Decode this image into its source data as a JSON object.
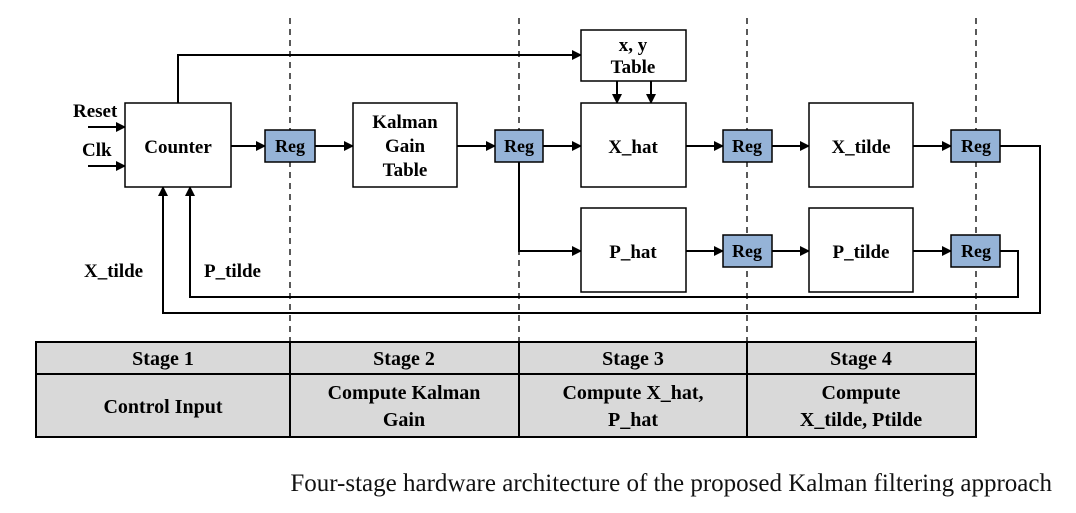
{
  "inputs": {
    "reset": "Reset",
    "clk": "Clk"
  },
  "blocks": {
    "counter": "Counter",
    "kalman_gain_table": [
      "Kalman",
      "Gain",
      "Table"
    ],
    "xy_table": [
      "x, y",
      "Table"
    ],
    "x_hat": "X_hat",
    "p_hat": "P_hat",
    "x_tilde": "X_tilde",
    "p_tilde": "P_tilde",
    "reg": "Reg"
  },
  "feedback_labels": {
    "x_tilde": "X_tilde",
    "p_tilde": "P_tilde"
  },
  "stages_table": {
    "headers": [
      "Stage 1",
      "Stage 2",
      "Stage 3",
      "Stage 4"
    ],
    "descriptions": [
      [
        "Control Input"
      ],
      [
        "Compute Kalman",
        "Gain"
      ],
      [
        "Compute X_hat,",
        "P_hat"
      ],
      [
        "Compute",
        "X_tilde, Ptilde"
      ]
    ]
  },
  "caption": "Four-stage hardware architecture of the proposed Kalman filtering approach",
  "colors": {
    "register_fill": "#95b3d7",
    "table_fill": "#d9d9d9",
    "line": "#000000"
  }
}
